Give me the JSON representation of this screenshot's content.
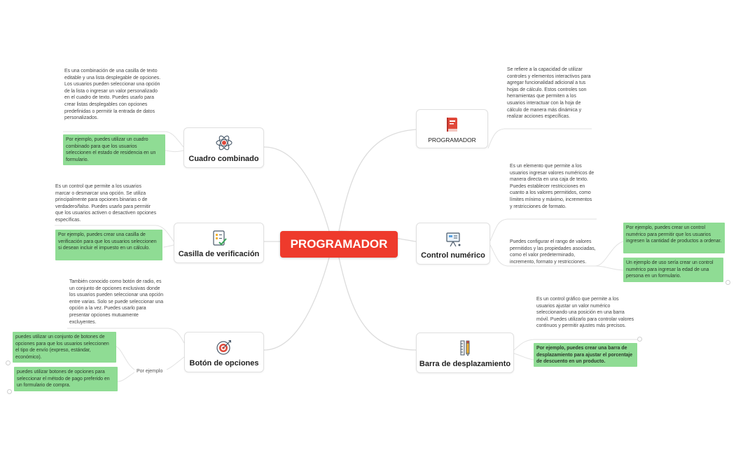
{
  "central": {
    "label": "PROGRAMADOR"
  },
  "right_nodes": {
    "programador": {
      "label": "PROGRAMADOR",
      "icon": "book-icon",
      "description": "Se refiere a la capacidad de utilizar controles y elementos interactivos para agregar funcionalidad adicional a tus hojas de cálculo. Estos controles son herramientas que permiten a los usuarios interactuar con la hoja de cálculo de manera más dinámica y realizar acciones específicas."
    },
    "control_numerico": {
      "label": "Control numérico",
      "icon": "presentation-icon",
      "description": "Es un elemento que permite a los usuarios ingresar valores numéricos de manera directa en una caja de texto. Puedes establecer restricciones en cuanto a los valores permitidos, como límites mínimo y máximo, incrementos y restricciones de formato.",
      "description2": "Puedes configurar el rango de valores permitidos y las propiedades asociadas, como el valor predeterminado, incremento, formato y restricciones.",
      "example1": "Por ejemplo, puedes crear un control numérico para permitir que los usuarios ingresen la cantidad de productos a ordenar.",
      "example2": "Un ejemplo de uso sería crear un control numérico para ingresar la edad de una persona en un formulario."
    },
    "barra_desplazamiento": {
      "label": "Barra de desplazamiento",
      "icon": "ruler-pencil-icon",
      "description": "Es un control gráfico que permite a los usuarios ajustar un valor numérico seleccionando una posición en una barra móvil. Puedes utilizarlo para controlar valores continuos y permitir ajustes más precisos.",
      "example": "Por ejemplo, puedes crear una barra de desplazamiento para ajustar el porcentaje de descuento en un producto."
    }
  },
  "left_nodes": {
    "cuadro_combinado": {
      "label": "Cuadro combinado",
      "icon": "atom-icon",
      "description": "Es una combinación de una casilla de texto editable y una lista desplegable de opciones. Los usuarios pueden seleccionar una opción de la lista o ingresar un valor personalizado en el cuadro de texto. Puedes usarlo para crear listas desplegables con opciones predefinidas o permitir la entrada de datos personalizados.",
      "example": "Por ejemplo, puedes utilizar un cuadro combinado para que los usuarios seleccionen el estado de residencia en un formulario."
    },
    "casilla_verificacion": {
      "label": "Casilla de verificación",
      "icon": "checklist-icon",
      "description": "Es un control que permite a los usuarios marcar o desmarcar una opción. Se utiliza principalmente para opciones binarias o de verdadero/falso. Puedes usarlo para permitir que los usuarios activen o desactiven opciones específicas.",
      "example": "Por ejemplo, puedes crear una casilla de verificación para que los usuarios seleccionen si desean incluir el impuesto en un cálculo."
    },
    "boton_opciones": {
      "label": "Botón de opciones",
      "icon": "target-icon",
      "description": "También conocido como botón de radio, es un conjunto de opciones exclusivas donde los usuarios pueden seleccionar una opción entre varias. Solo se puede seleccionar una opción a la vez. Puedes usarlo para presentar opciones mutuamente excluyentes.",
      "por_ejemplo": "Por ejemplo",
      "example1": "puedes utilizar un conjunto de botones de opciones para que los usuarios seleccionen el tipo de envío (expreso, estándar, económico).",
      "example2": "puedes utilizar botones de opciones para seleccionar el método de pago preferido en un formulario de compra."
    }
  },
  "colors": {
    "central": "#ee3a2c",
    "example_fill": "#8fdc94",
    "line": "#d9d9d9"
  }
}
